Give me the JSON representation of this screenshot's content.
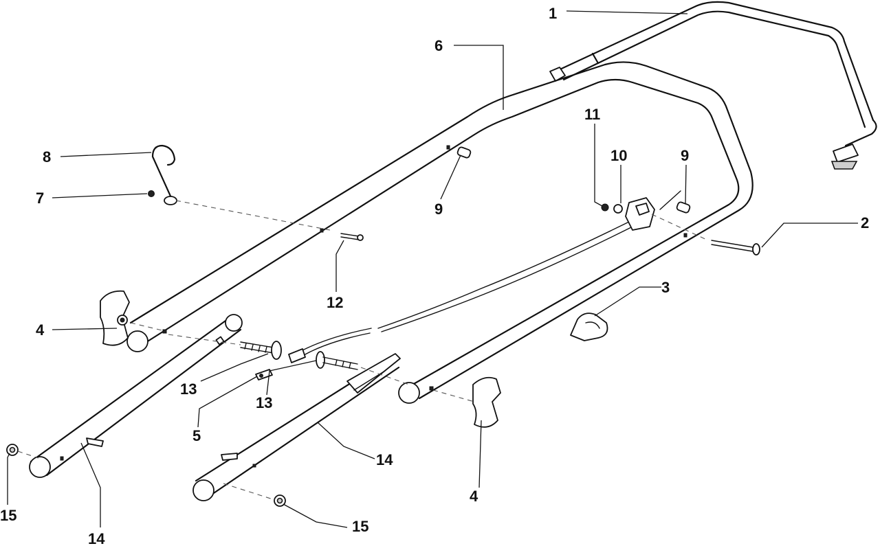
{
  "callouts": [
    {
      "id": "c1",
      "text": "1"
    },
    {
      "id": "c2",
      "text": "2"
    },
    {
      "id": "c3",
      "text": "3"
    },
    {
      "id": "c4a",
      "text": "4"
    },
    {
      "id": "c4b",
      "text": "4"
    },
    {
      "id": "c5",
      "text": "5"
    },
    {
      "id": "c6",
      "text": "6"
    },
    {
      "id": "c7",
      "text": "7"
    },
    {
      "id": "c8",
      "text": "8"
    },
    {
      "id": "c9a",
      "text": "9"
    },
    {
      "id": "c9b",
      "text": "9"
    },
    {
      "id": "c10",
      "text": "10"
    },
    {
      "id": "c11",
      "text": "11"
    },
    {
      "id": "c12",
      "text": "12"
    },
    {
      "id": "c13a",
      "text": "13"
    },
    {
      "id": "c13b",
      "text": "13"
    },
    {
      "id": "c14a",
      "text": "14"
    },
    {
      "id": "c14b",
      "text": "14"
    },
    {
      "id": "c15a",
      "text": "15"
    },
    {
      "id": "c15b",
      "text": "15"
    }
  ],
  "colors": {
    "ink": "#111111",
    "paper": "#ffffff"
  }
}
